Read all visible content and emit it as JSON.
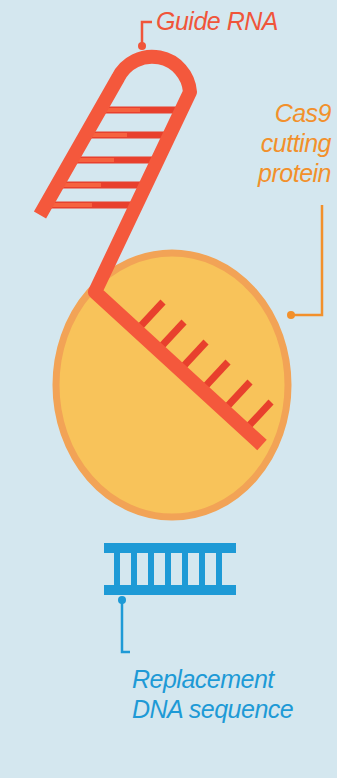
{
  "diagram": {
    "labels": [
      "Guide RNA",
      "Cas9 cutting protein",
      "Replacement DNA sequence"
    ]
  }
}
